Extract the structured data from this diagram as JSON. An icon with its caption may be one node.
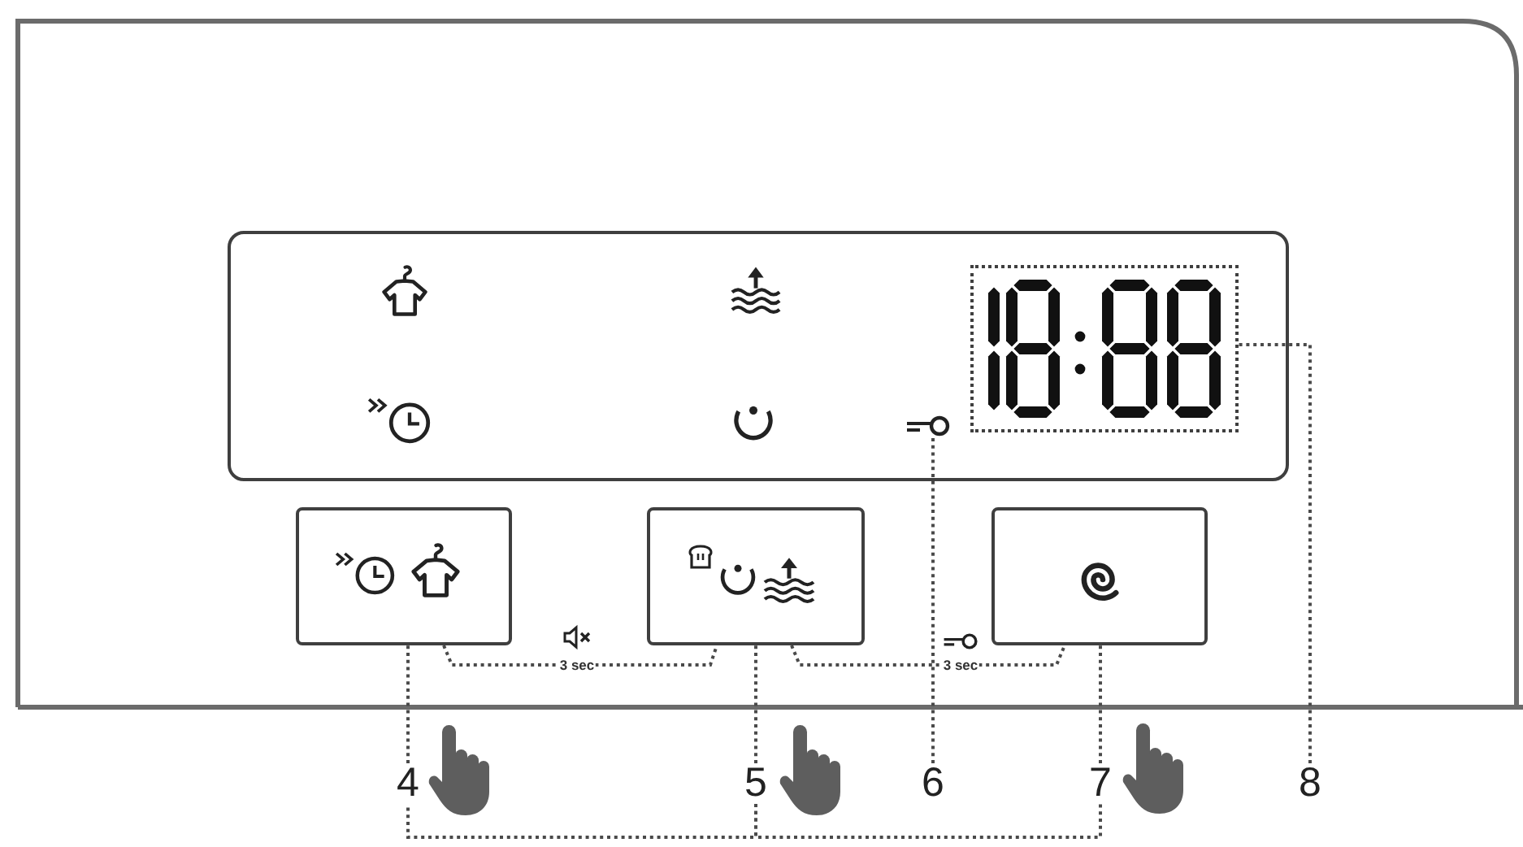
{
  "diagram": {
    "nodes": [
      {
        "text": [],
        "shape": "box"
      },
      {
        "text": [],
        "shape": "picture",
        "in": 0
      },
      {
        "text": [],
        "shape": "box",
        "in": 0
      },
      {
        "text": [],
        "shape": "box"
      },
      {
        "text": [],
        "shape": "box"
      },
      {
        "text": [],
        "shape": "box"
      },
      {
        "text": [
          "4"
        ]
      },
      {
        "text": [
          "5"
        ]
      },
      {
        "text": [
          "6"
        ]
      },
      {
        "text": [
          "7"
        ]
      },
      {
        "text": [
          "8"
        ]
      }
    ],
    "edges": [
      {
        "from": 3,
        "to": 4,
        "arrow": "none",
        "label": "3 sec",
        "style": "dashed"
      },
      {
        "from": 4,
        "to": 5,
        "arrow": "none",
        "label": "3 sec",
        "style": "dashed"
      },
      {
        "from": 6,
        "to": 3,
        "arrow": "none",
        "style": "dashed"
      },
      {
        "from": 7,
        "to": 4,
        "arrow": "none",
        "style": "dashed"
      },
      {
        "from": 8,
        "to": 1,
        "arrow": "none",
        "style": "dashed"
      },
      {
        "from": 9,
        "to": 5,
        "arrow": "none",
        "style": "dashed"
      },
      {
        "from": 10,
        "to": 2,
        "arrow": "none",
        "style": "dashed"
      },
      {
        "from": 6,
        "to": 7,
        "arrow": "none",
        "style": "dashed"
      },
      {
        "from": 7,
        "to": 9,
        "arrow": "none",
        "style": "dashed"
      }
    ]
  }
}
